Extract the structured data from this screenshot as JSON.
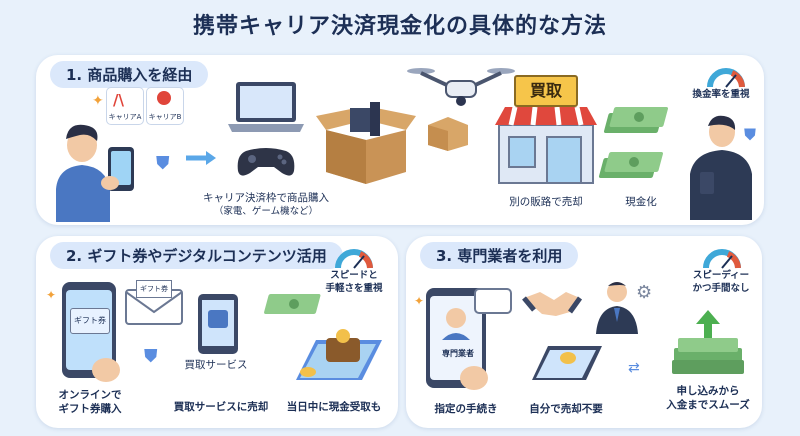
{
  "title": "携帯キャリア決済現金化の具体的な方法",
  "panel1": {
    "title": "1. 商品購入を経由",
    "carrier_a": "キャリアA",
    "carrier_b": "キャリアB",
    "sign_text": "買取",
    "caption_purchase": "キャリア決済枠で商品購入",
    "caption_purchase_sub": "（家電、ゲーム機など）",
    "caption_sell": "別の販路で売却",
    "caption_cash": "現金化",
    "caption_rate": "換金率を重視"
  },
  "panel2": {
    "title": "2. ギフト券やデジタルコンテンツ活用",
    "gift_label": "ギフト券",
    "envelope_label": "ギフト券",
    "caption_speed": "スピードと\n手軽さを重視",
    "caption_service": "買取サービス",
    "caption_online": "オンラインで\nギフト券購入",
    "caption_sell": "買取サービスに売却",
    "caption_same_day": "当日中に現金受取も"
  },
  "panel3": {
    "title": "3. 専門業者を利用",
    "card_label": "専門業者",
    "caption_speedy": "スピーディー\nかつ手間なし",
    "caption_procedure": "指定の手続き",
    "caption_no_sell": "自分で売却不要",
    "caption_deposit": "申し込みから\n入金までスムーズ"
  }
}
